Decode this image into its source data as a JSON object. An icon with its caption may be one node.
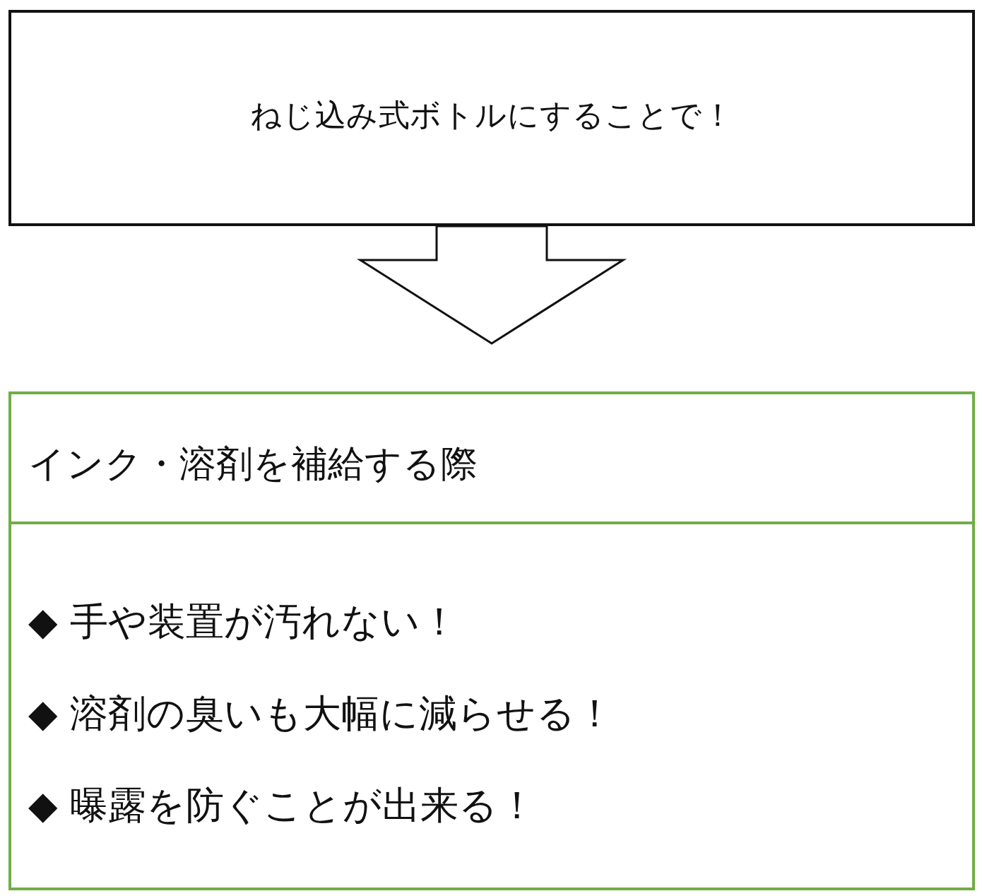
{
  "diagram": {
    "nodes": [
      {
        "text": [
          "ねじ込み式ボトルにすることで！"
        ]
      },
      {
        "text": [
          "インク・溶剤を補給する際",
          "◆ 手や装置が汚れない！",
          "◆ 溶剤の臭いも大幅に減らせる！",
          "◆ 曝露を防ぐことが出来る！"
        ]
      }
    ],
    "edges": [
      {
        "from": 0,
        "to": 1,
        "arrow": "to"
      }
    ]
  }
}
